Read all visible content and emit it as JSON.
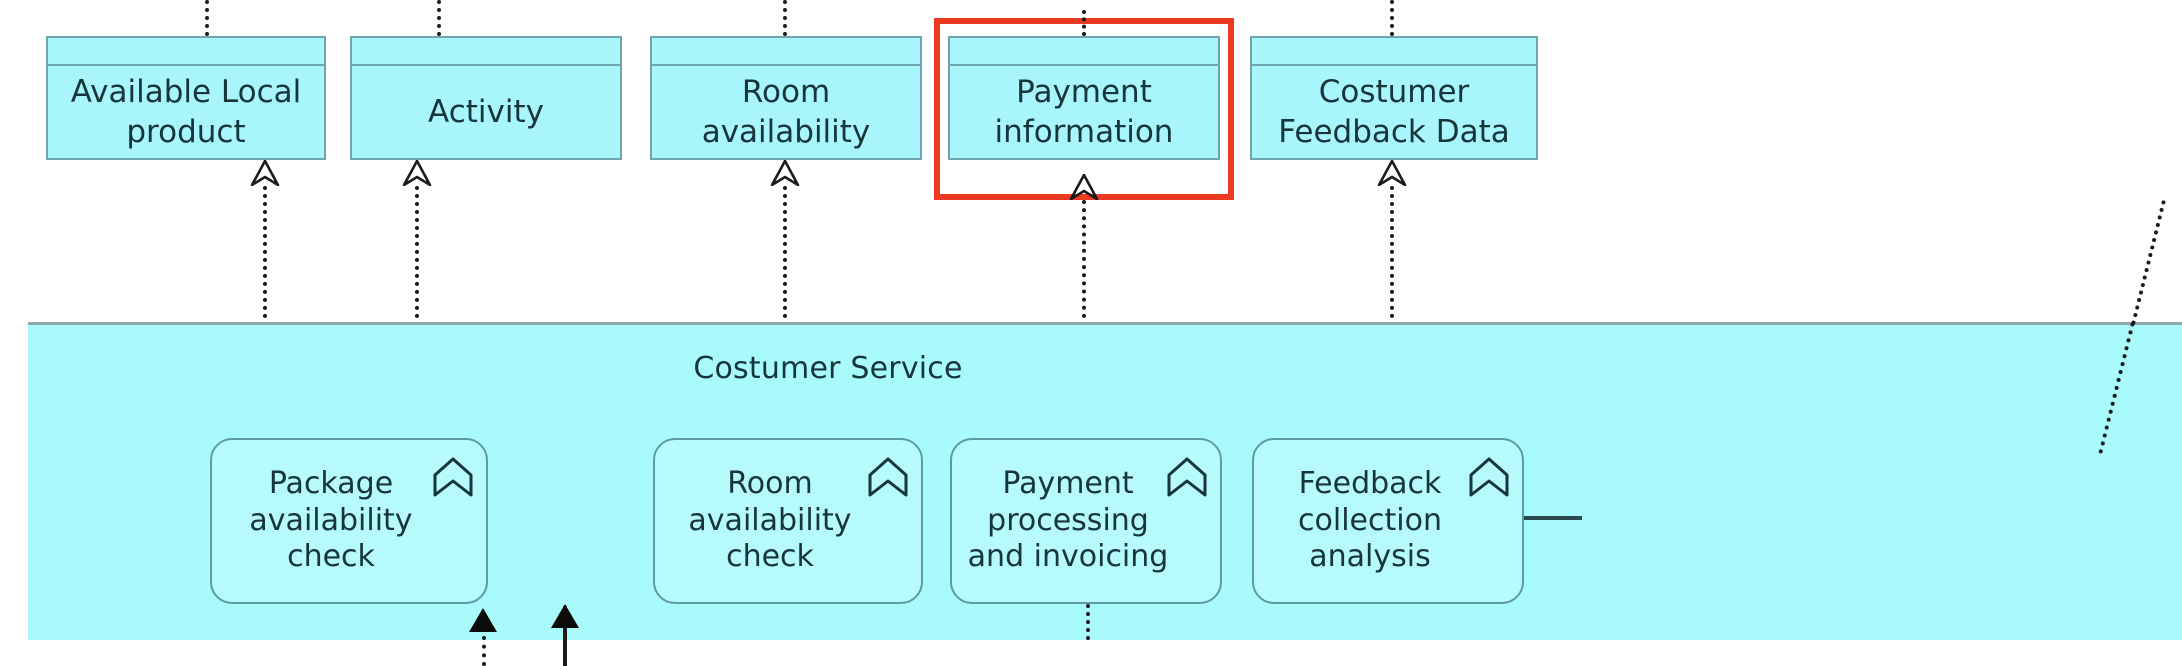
{
  "diagram": {
    "title": "Costumer Service",
    "colors": {
      "object_fill": "#A8F5FB",
      "object_border": "#6FA5AC",
      "band_fill": "#A8FAFB",
      "band_border": "#8FA8AC",
      "function_fill": "#B6FAFB",
      "function_border": "#5E9AA2",
      "text": "#16363B",
      "highlight": "#EE3A22",
      "connector": "#1B1B1B"
    }
  },
  "band": {
    "label": "Costumer Service"
  },
  "objects": [
    {
      "label": "Available Local product",
      "icon": "business-object-icon"
    },
    {
      "label": "Activity",
      "icon": "business-object-icon"
    },
    {
      "label": "Room availability",
      "icon": "business-object-icon"
    },
    {
      "label": "Payment information",
      "icon": "business-object-icon",
      "highlighted": true
    },
    {
      "label": "Costumer Feedback Data",
      "icon": "business-object-icon"
    }
  ],
  "functions": [
    {
      "label": "Package availability check",
      "icon": "business-function-icon"
    },
    {
      "label": "Room availability check",
      "icon": "business-function-icon"
    },
    {
      "label": "Payment processing and invoicing",
      "icon": "business-function-icon"
    },
    {
      "label": "Feedback collection analysis",
      "icon": "business-function-icon"
    }
  ],
  "connectors": [
    {
      "type": "realization",
      "style": "dotted",
      "arrowhead": "hollow-triangle",
      "from": "Package availability check",
      "to": "Available Local product"
    },
    {
      "type": "realization",
      "style": "dotted",
      "arrowhead": "hollow-triangle",
      "from": "Package availability check",
      "to": "Activity"
    },
    {
      "type": "realization",
      "style": "dotted",
      "arrowhead": "hollow-triangle",
      "from": "Room availability check",
      "to": "Room availability"
    },
    {
      "type": "realization",
      "style": "dotted",
      "arrowhead": "hollow-triangle",
      "from": "Payment processing and invoicing",
      "to": "Payment information"
    },
    {
      "type": "realization",
      "style": "dotted",
      "arrowhead": "hollow-triangle",
      "from": "Feedback collection analysis",
      "to": "Costumer Feedback Data"
    },
    {
      "type": "trigger",
      "style": "dotted",
      "arrowhead": "filled-triangle",
      "from": "below",
      "to": "Package availability check"
    },
    {
      "type": "trigger",
      "style": "solid",
      "arrowhead": "filled-triangle",
      "from": "below",
      "to": "Package availability check"
    }
  ]
}
